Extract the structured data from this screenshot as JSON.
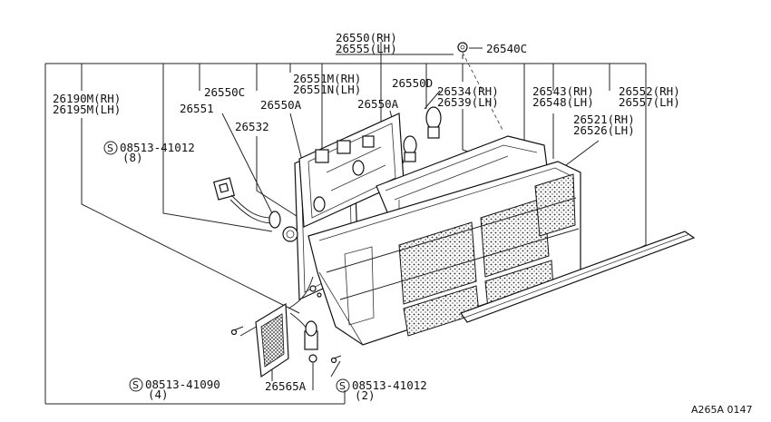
{
  "labels": {
    "p26550": "26550(RH)",
    "p26555": "26555(LH)",
    "p26540c": "26540C",
    "p26190": "26190M(RH)",
    "p26195": "26195M(LH)",
    "p26550c": "26550C",
    "p26551m": "26551M(RH)",
    "p26551n": "26551N(LH)",
    "p26550d": "26550D",
    "p26534": "26534(RH)",
    "p26539": "26539(LH)",
    "p26543": "26543(RH)",
    "p26548": "26548(LH)",
    "p26552": "26552(RH)",
    "p26557": "26557(LH)",
    "p26551": "26551",
    "p26550a_1": "26550A",
    "p26550a_2": "26550A",
    "p26532": "26532",
    "p26521": "26521(RH)",
    "p26526": "26526(LH)",
    "s41012_top": "08513-41012",
    "s41012_top_qty": "(8)",
    "s41090": "08513-41090",
    "s41090_qty": "(4)",
    "p26565a": "26565A",
    "s41012_bot": "08513-41012",
    "s41012_bot_qty": "(2)",
    "s_symbol": "S",
    "diagram_code": "A265A 0147"
  }
}
